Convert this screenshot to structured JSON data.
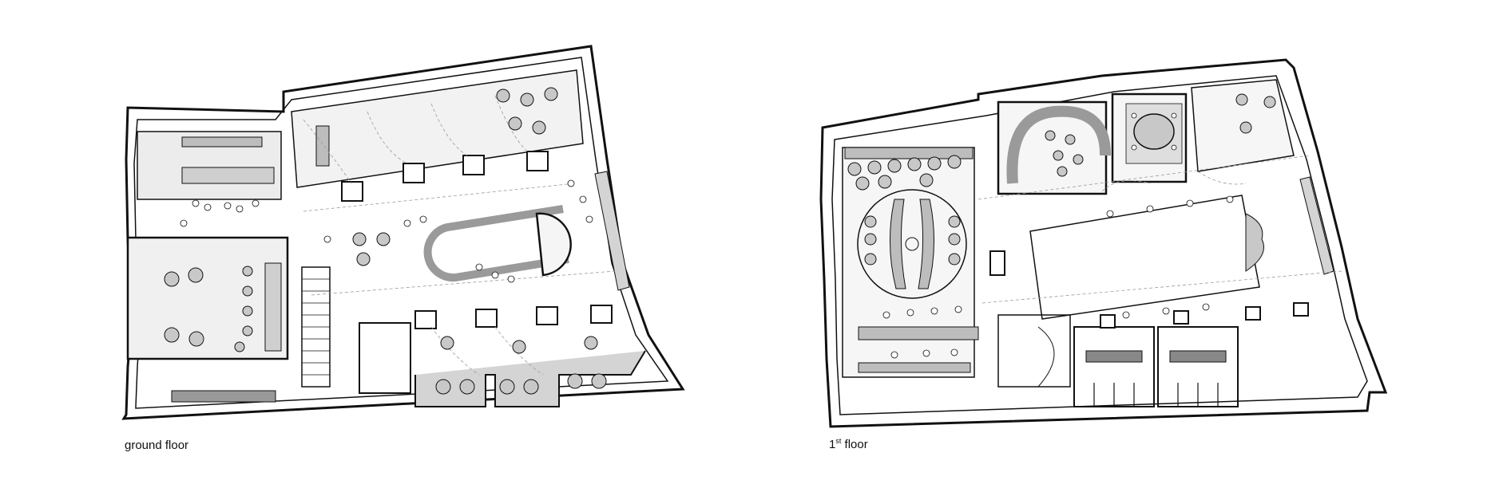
{
  "figure": {
    "ground_floor": {
      "caption": "ground floor"
    },
    "first_floor": {
      "caption_prefix": "1",
      "caption_sup": "st",
      "caption_suffix": " floor"
    }
  },
  "colors": {
    "line": "#111111",
    "fill": "#d4d4d4",
    "dark_fill": "#9a9a9a",
    "furniture": "#bdbdbd",
    "dashed": "#9a9a9a"
  }
}
